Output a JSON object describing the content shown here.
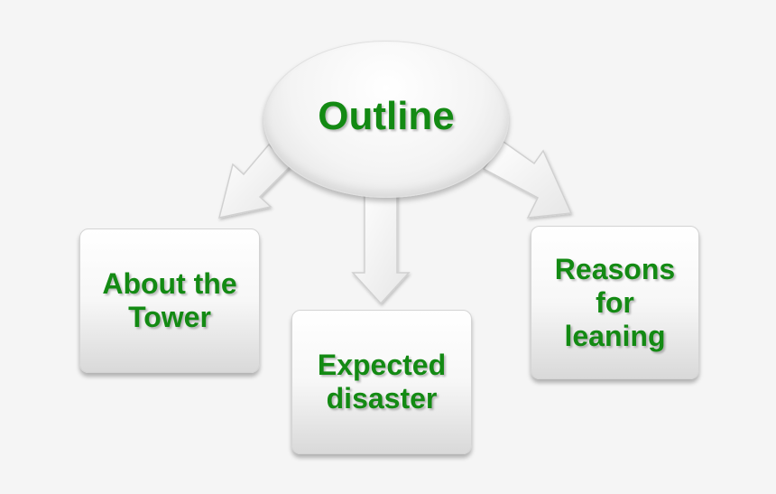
{
  "hub": {
    "label": "Outline"
  },
  "branches": [
    {
      "id": "left",
      "label": "About the\nTower"
    },
    {
      "id": "center",
      "label": "Expected\ndisaster"
    },
    {
      "id": "right",
      "label": "Reasons\nfor\nleaning"
    }
  ],
  "colors": {
    "text": "#138a13",
    "background": "#f5f5f5",
    "node_fill": "#ffffff",
    "arrow_fill": "#ffffff",
    "arrow_stroke": "#d0d0d0"
  }
}
